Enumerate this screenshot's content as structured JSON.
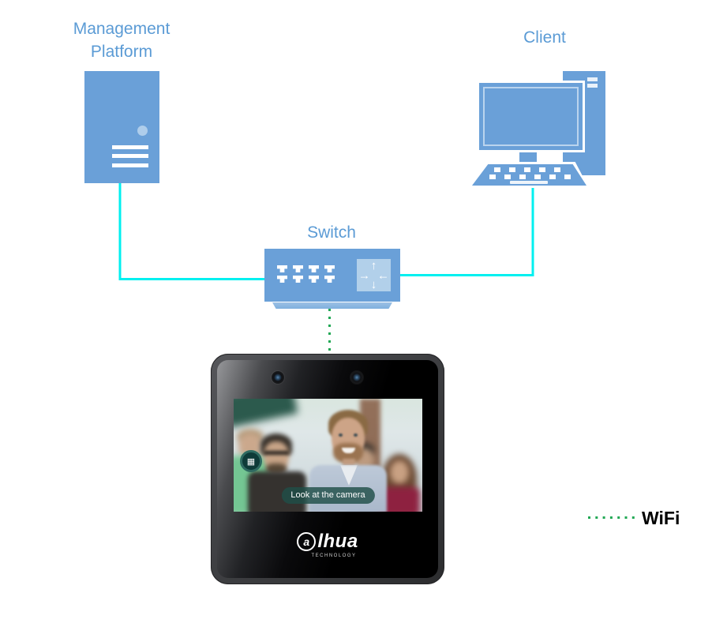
{
  "diagram": {
    "nodes": {
      "management_platform": {
        "label": "Management Platform"
      },
      "client": {
        "label": "Client"
      },
      "switch": {
        "label": "Switch"
      }
    },
    "connections": [
      {
        "from": "management_platform",
        "to": "switch",
        "type": "wired"
      },
      {
        "from": "client",
        "to": "switch",
        "type": "wired"
      },
      {
        "from": "switch",
        "to": "access_device",
        "type": "wifi"
      }
    ],
    "device": {
      "screen_prompt": "Look at the camera",
      "brand_first_letter": "a",
      "brand_rest": "lhua",
      "brand_tagline": "TECHNOLOGY"
    },
    "legend": {
      "wifi_label": "WiFi"
    },
    "colors": {
      "node_fill": "#6AA0D8",
      "node_fill_light": "#AECDEB",
      "label_text": "#5B9BD5",
      "wired_line": "#00F0F0",
      "wifi_line": "#22A855",
      "legend_text": "#000000"
    },
    "icons": {
      "switch_arrow_up": "↑",
      "switch_arrow_down": "↓",
      "switch_arrow_left_in": "→",
      "switch_arrow_right_in": "←",
      "keypad_glyph": "▦"
    }
  }
}
